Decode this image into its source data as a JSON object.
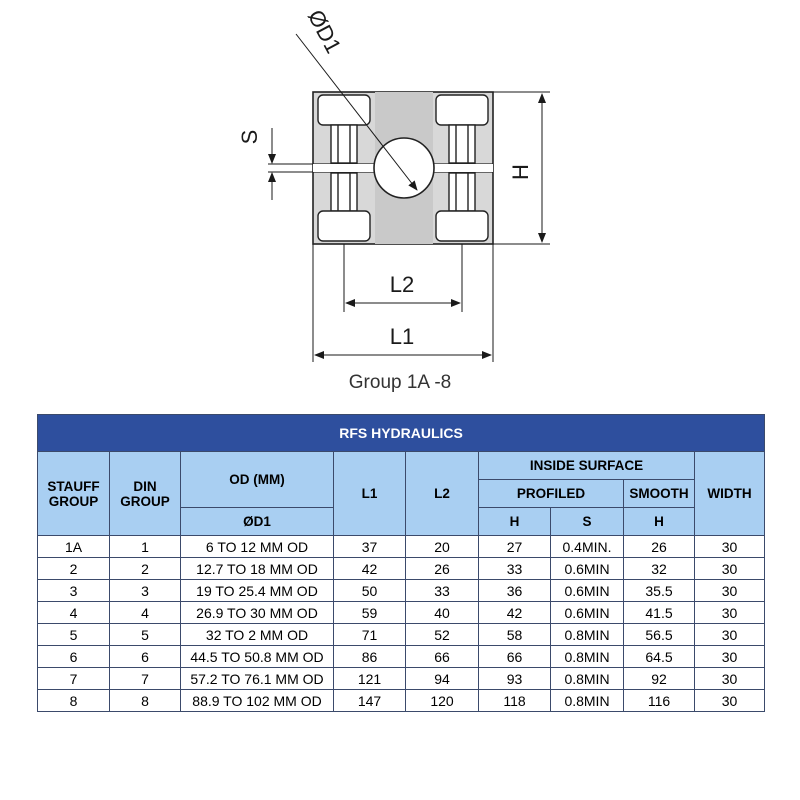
{
  "drawing": {
    "labels": {
      "d1": "ØD1",
      "s": "S",
      "h": "H",
      "l2": "L2",
      "l1": "L1"
    },
    "caption": "Group 1A -8"
  },
  "table": {
    "title": "RFS HYDRAULICS",
    "headers": {
      "stauff_group": "STAUFF GROUP",
      "din_group": "DIN GROUP",
      "od": "OD (MM)",
      "od_sub": "ØD1",
      "l1": "L1",
      "l2": "L2",
      "inside_surface": "INSIDE SURFACE",
      "profiled": "PROFILED",
      "smooth": "SMOOTH",
      "h1": "H",
      "s": "S",
      "h2": "H",
      "width": "WIDTH"
    },
    "rows": [
      {
        "stauff": "1A",
        "din": "1",
        "od": "6 TO 12 MM OD",
        "l1": "37",
        "l2": "20",
        "h": "27",
        "s": "0.4MIN.",
        "smooth": "26",
        "width": "30"
      },
      {
        "stauff": "2",
        "din": "2",
        "od": "12.7 TO 18 MM OD",
        "l1": "42",
        "l2": "26",
        "h": "33",
        "s": "0.6MIN",
        "smooth": "32",
        "width": "30"
      },
      {
        "stauff": "3",
        "din": "3",
        "od": "19 TO 25.4 MM OD",
        "l1": "50",
        "l2": "33",
        "h": "36",
        "s": "0.6MIN",
        "smooth": "35.5",
        "width": "30"
      },
      {
        "stauff": "4",
        "din": "4",
        "od": "26.9 TO 30 MM OD",
        "l1": "59",
        "l2": "40",
        "h": "42",
        "s": "0.6MIN",
        "smooth": "41.5",
        "width": "30"
      },
      {
        "stauff": "5",
        "din": "5",
        "od": "32 TO 2 MM OD",
        "l1": "71",
        "l2": "52",
        "h": "58",
        "s": "0.8MIN",
        "smooth": "56.5",
        "width": "30"
      },
      {
        "stauff": "6",
        "din": "6",
        "od": "44.5 TO 50.8 MM OD",
        "l1": "86",
        "l2": "66",
        "h": "66",
        "s": "0.8MIN",
        "smooth": "64.5",
        "width": "30"
      },
      {
        "stauff": "7",
        "din": "7",
        "od": "57.2 TO 76.1 MM OD",
        "l1": "121",
        "l2": "94",
        "h": "93",
        "s": "0.8MIN",
        "smooth": "92",
        "width": "30"
      },
      {
        "stauff": "8",
        "din": "8",
        "od": "88.9 TO 102 MM OD",
        "l1": "147",
        "l2": "120",
        "h": "118",
        "s": "0.8MIN",
        "smooth": "116",
        "width": "30"
      }
    ]
  }
}
